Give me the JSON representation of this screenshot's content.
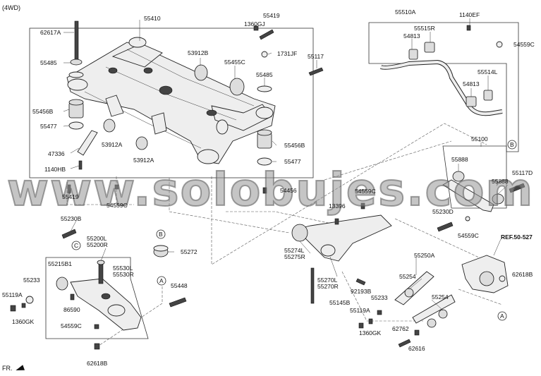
{
  "header": {
    "variant": "(4WD)"
  },
  "footer": {
    "front_marker": "FR."
  },
  "watermark": {
    "text": "www.solobujes.com"
  },
  "callouts": {
    "a": "A",
    "b": "B",
    "c": "C"
  },
  "labels": {
    "l55410": "55410",
    "l62617A": "62617A",
    "l55485a": "55485",
    "l55456B_a": "55456B",
    "l55477a": "55477",
    "l47336": "47336",
    "l1140HB": "1140HB",
    "l53912B": "53912B",
    "l55455C": "55455C",
    "l53912A_a": "53912A",
    "l53912A_b": "53912A",
    "l55419a": "55419",
    "l1360GJ": "1360GJ",
    "l1731JF": "1731JF",
    "l55117": "55117",
    "l55485b": "55485",
    "l55456B_b": "55456B",
    "l55477b": "55477",
    "l55419b": "55419",
    "l54559C_a": "54559C",
    "l54456": "54456",
    "l55510A": "55510A",
    "l1140EF": "1140EF",
    "l55515R": "55515R",
    "l54813a": "54813",
    "l54559C_b": "54559C",
    "l55514L": "55514L",
    "l54813b": "54813",
    "l55100": "55100",
    "l55888a": "55888",
    "l55117D": "55117D",
    "l55888b": "55888",
    "l54559C_c": "54559C",
    "l13396": "13396",
    "l55230D": "55230D",
    "l54559C_d": "54559C",
    "lREF": "REF.50-527",
    "l62618B_a": "62618B",
    "l55230B": "55230B",
    "l55200L": "55200L",
    "l55200R": "55200R",
    "l55272": "55272",
    "l55215B1": "55215B1",
    "l55530L": "55530L",
    "l55530R": "55530R",
    "l55233a": "55233",
    "l55119Aa": "55119A",
    "l1360GKa": "1360GK",
    "l86590": "86590",
    "l54559C_e": "54559C",
    "l55448": "55448",
    "l62618B_b": "62618B",
    "l55274L": "55274L",
    "l55275R": "55275R",
    "l55270L": "55270L",
    "l55270R": "55270R",
    "l92193B": "92193B",
    "l55145B": "55145B",
    "l55250A": "55250A",
    "l55254a": "55254",
    "l55254b": "55254",
    "l55233b": "55233",
    "l55119Ab": "55119A",
    "l1360GKb": "1360GK",
    "l62762": "62762",
    "l62616": "62616"
  }
}
